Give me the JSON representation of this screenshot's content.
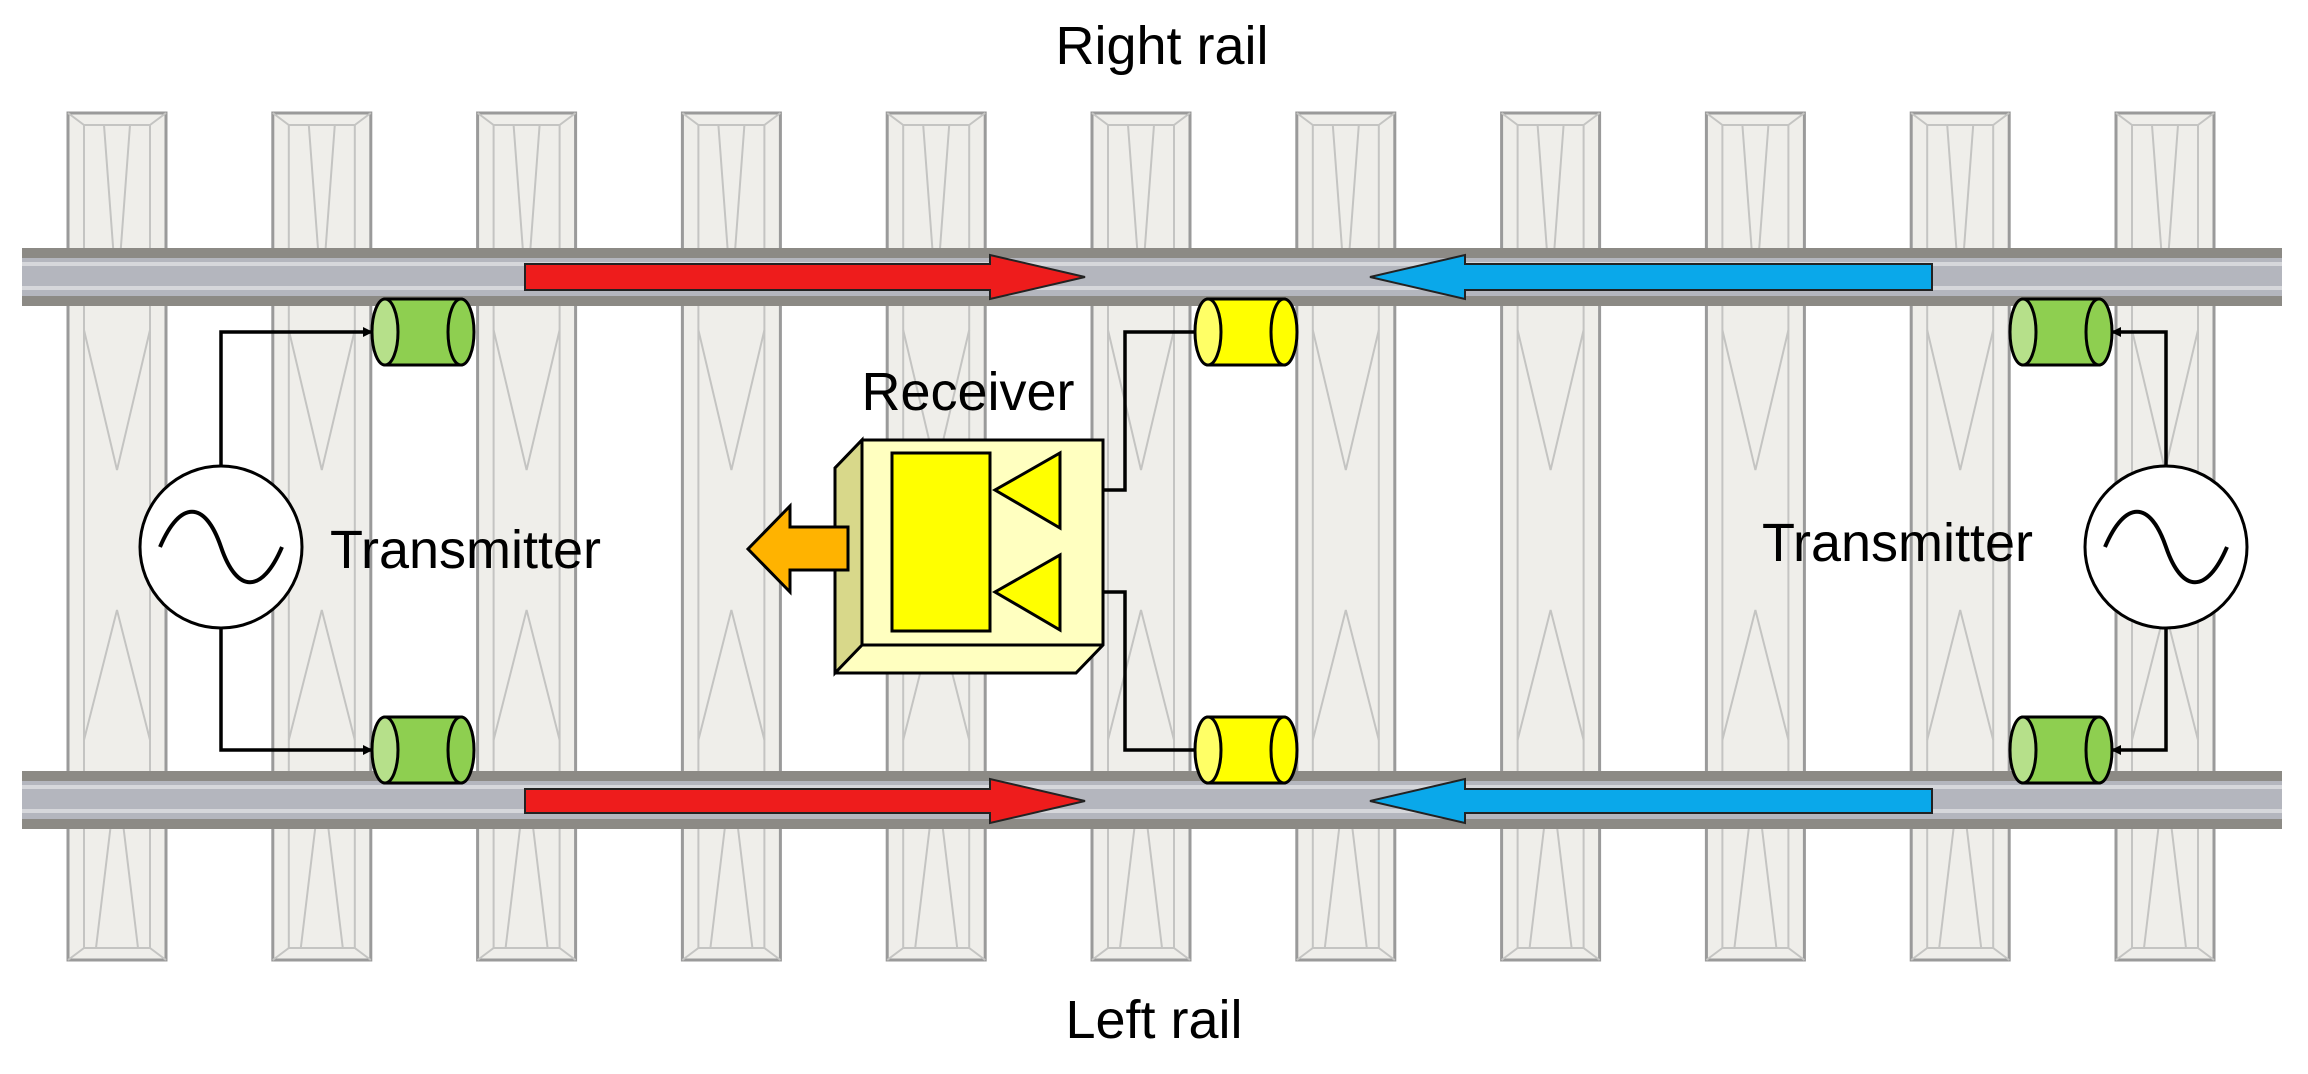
{
  "labels": {
    "right_rail": "Right rail",
    "left_rail": "Left rail",
    "receiver": "Receiver",
    "transmitter_left": "Transmitter",
    "transmitter_right": "Transmitter"
  },
  "colors": {
    "sleeper_fill": "#efeeea",
    "sleeper_stroke": "#9a9a9a",
    "rail_fill": "#b4b6be",
    "rail_edge": "#8c8a85",
    "current_right": "#ee1c1c",
    "current_left": "#0aa8ea",
    "transmitter_coil": "#8ecf50",
    "receiver_coil": "#ffff00",
    "receiver_box": "#ffffc0",
    "receiver_box_side": "#d8d88a",
    "receiver_inner": "#ffff00",
    "output_arrow": "#ffb300"
  },
  "sleeper_count": 11
}
